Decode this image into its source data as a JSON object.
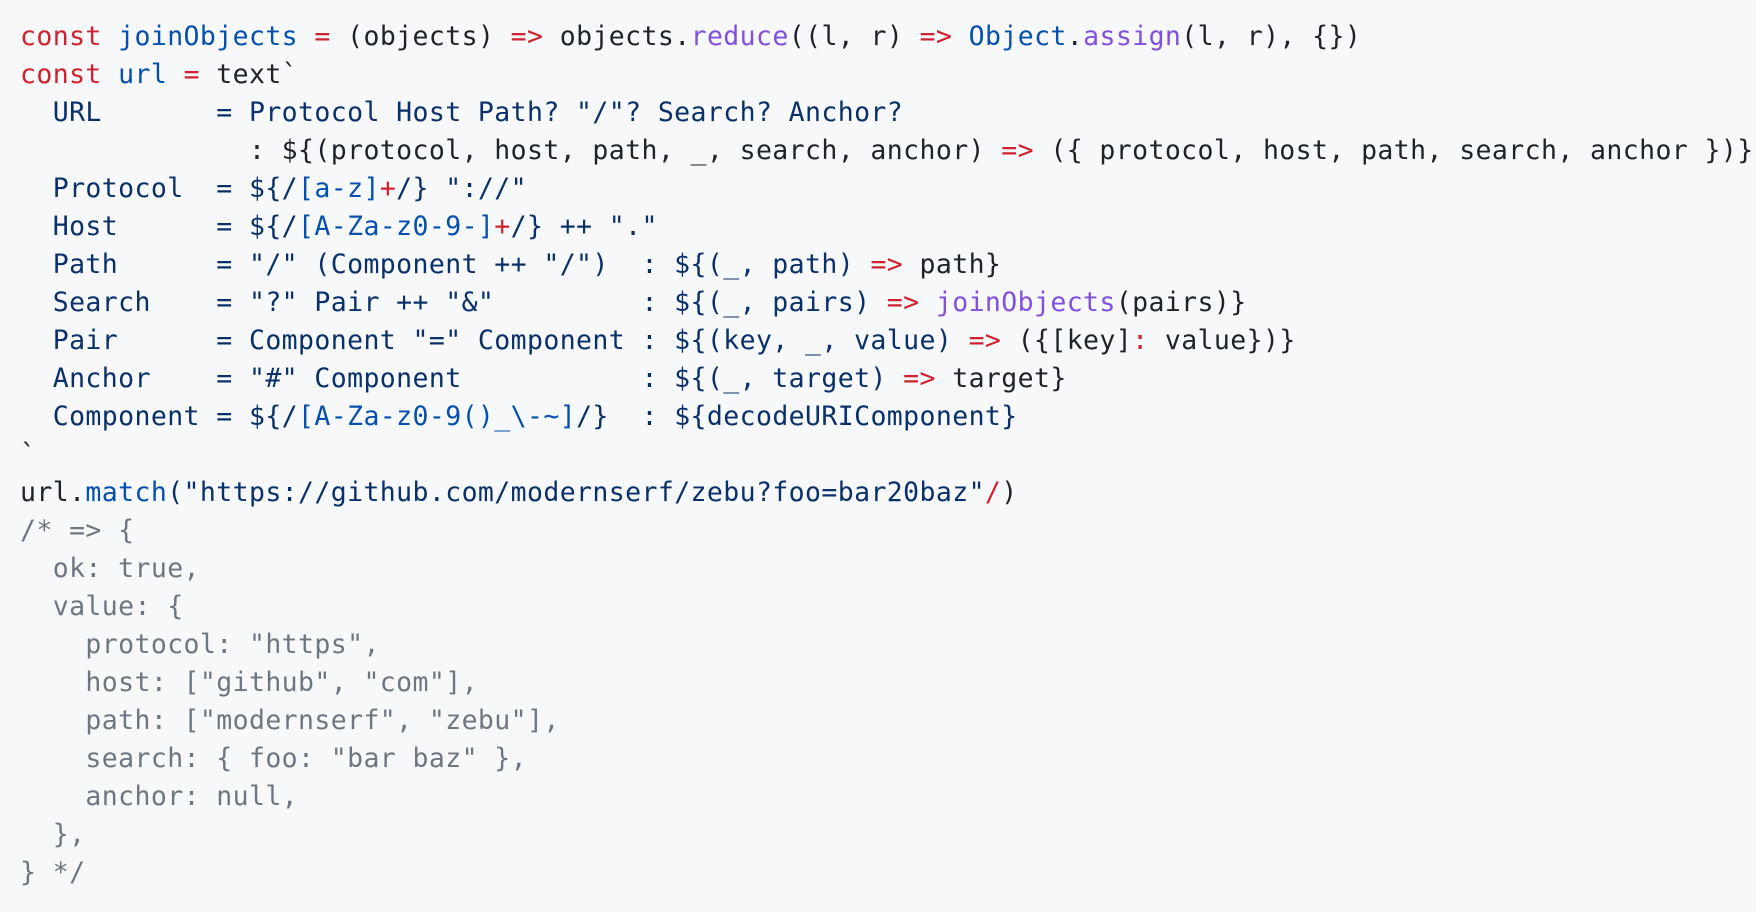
{
  "colors": {
    "background": "#f6f8fa",
    "keyword": "#cf222e",
    "function": "#8250df",
    "name": "#0550ae",
    "string": "#0a3069",
    "comment": "#6e7781",
    "text": "#1f2328"
  },
  "code": {
    "lines": [
      [
        {
          "t": "const",
          "k": "keyword"
        },
        {
          "t": " ",
          "k": "plain"
        },
        {
          "t": "joinObjects",
          "k": "name"
        },
        {
          "t": " ",
          "k": "plain"
        },
        {
          "t": "=",
          "k": "operator"
        },
        {
          "t": " (objects) ",
          "k": "plain"
        },
        {
          "t": "=>",
          "k": "operator"
        },
        {
          "t": " objects.",
          "k": "plain"
        },
        {
          "t": "reduce",
          "k": "function"
        },
        {
          "t": "((l, r) ",
          "k": "plain"
        },
        {
          "t": "=>",
          "k": "operator"
        },
        {
          "t": " ",
          "k": "plain"
        },
        {
          "t": "Object",
          "k": "name"
        },
        {
          "t": ".",
          "k": "plain"
        },
        {
          "t": "assign",
          "k": "function"
        },
        {
          "t": "(l, r), {})",
          "k": "plain"
        }
      ],
      [
        {
          "t": "const",
          "k": "keyword"
        },
        {
          "t": " ",
          "k": "plain"
        },
        {
          "t": "url",
          "k": "name"
        },
        {
          "t": " ",
          "k": "plain"
        },
        {
          "t": "=",
          "k": "operator"
        },
        {
          "t": " text`",
          "k": "plain"
        }
      ],
      [
        {
          "t": "  URL       = Protocol Host Path? \"/\"? Search? Anchor?",
          "k": "grammar"
        }
      ],
      [
        {
          "t": "              : ${(protocol, host, path, _, search, anchor) ",
          "k": "plain"
        },
        {
          "t": "=>",
          "k": "operator"
        },
        {
          "t": " ({ protocol, host, path, search, anchor })}",
          "k": "plain"
        }
      ],
      [
        {
          "t": "  Protocol  = ${/",
          "k": "grammar"
        },
        {
          "t": "[a-z]",
          "k": "regex"
        },
        {
          "t": "+",
          "k": "operator"
        },
        {
          "t": "/} \"://\"",
          "k": "grammar"
        }
      ],
      [
        {
          "t": "  Host      = ${/",
          "k": "grammar"
        },
        {
          "t": "[A-Za-z0-9-]",
          "k": "regex"
        },
        {
          "t": "+",
          "k": "operator"
        },
        {
          "t": "/} ++ \".\"",
          "k": "grammar"
        }
      ],
      [
        {
          "t": "  Path      = \"/\" (Component ++ \"/\")  : ${(_, path) ",
          "k": "grammar"
        },
        {
          "t": "=>",
          "k": "operator"
        },
        {
          "t": " path}",
          "k": "plain"
        }
      ],
      [
        {
          "t": "  Search    = \"?\" Pair ++ \"&\"         : ${(_, pairs) ",
          "k": "grammar"
        },
        {
          "t": "=>",
          "k": "operator"
        },
        {
          "t": " ",
          "k": "plain"
        },
        {
          "t": "joinObjects",
          "k": "function"
        },
        {
          "t": "(pairs)}",
          "k": "plain"
        }
      ],
      [
        {
          "t": "  Pair      = Component \"=\" Component : ${(key, _, value) ",
          "k": "grammar"
        },
        {
          "t": "=>",
          "k": "operator"
        },
        {
          "t": " ({[key]",
          "k": "plain"
        },
        {
          "t": ":",
          "k": "operator"
        },
        {
          "t": " value})}",
          "k": "plain"
        }
      ],
      [
        {
          "t": "  Anchor    = \"#\" Component           : ${(_, target) ",
          "k": "grammar"
        },
        {
          "t": "=>",
          "k": "operator"
        },
        {
          "t": " target}",
          "k": "plain"
        }
      ],
      [
        {
          "t": "  Component = ${/",
          "k": "grammar"
        },
        {
          "t": "[A-Za-z0-9()_\\-~]",
          "k": "regex"
        },
        {
          "t": "/}  : ${decodeURIComponent}",
          "k": "grammar"
        }
      ],
      [
        {
          "t": "`",
          "k": "plain"
        }
      ],
      [
        {
          "t": "url.",
          "k": "plain"
        },
        {
          "t": "match",
          "k": "name"
        },
        {
          "t": "(\"https://github.com/modernserf/zebu?foo=bar20baz\"",
          "k": "string"
        },
        {
          "t": "/",
          "k": "operator"
        },
        {
          "t": ")",
          "k": "plain"
        }
      ],
      [
        {
          "t": "/* => {",
          "k": "comment"
        }
      ],
      [
        {
          "t": "  ok: true,",
          "k": "comment"
        }
      ],
      [
        {
          "t": "  value: {",
          "k": "comment"
        }
      ],
      [
        {
          "t": "    protocol: \"https\",",
          "k": "comment"
        }
      ],
      [
        {
          "t": "    host: [\"github\", \"com\"],",
          "k": "comment"
        }
      ],
      [
        {
          "t": "    path: [\"modernserf\", \"zebu\"],",
          "k": "comment"
        }
      ],
      [
        {
          "t": "    search: { foo: \"bar baz\" },",
          "k": "comment"
        }
      ],
      [
        {
          "t": "    anchor: null,",
          "k": "comment"
        }
      ],
      [
        {
          "t": "  },",
          "k": "comment"
        }
      ],
      [
        {
          "t": "} */",
          "k": "comment"
        }
      ]
    ]
  }
}
